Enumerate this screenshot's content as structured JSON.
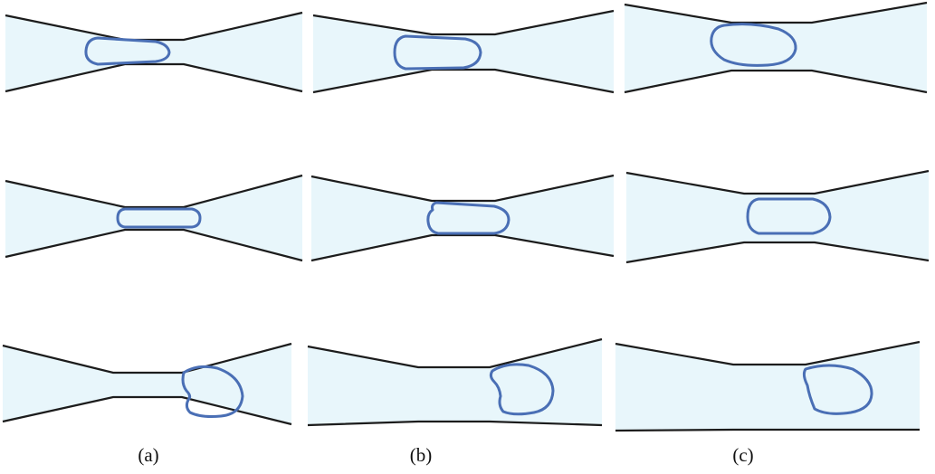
{
  "figure": {
    "panel_labels": [
      "(a)",
      "(b)",
      "(c)"
    ],
    "columns": 3,
    "rows": 3
  },
  "colors": {
    "channel_fill": "#e8f6fb",
    "channel_wall": "#1c1c1c",
    "cell_outline": "#4a6fb5",
    "background": "#ffffff"
  }
}
